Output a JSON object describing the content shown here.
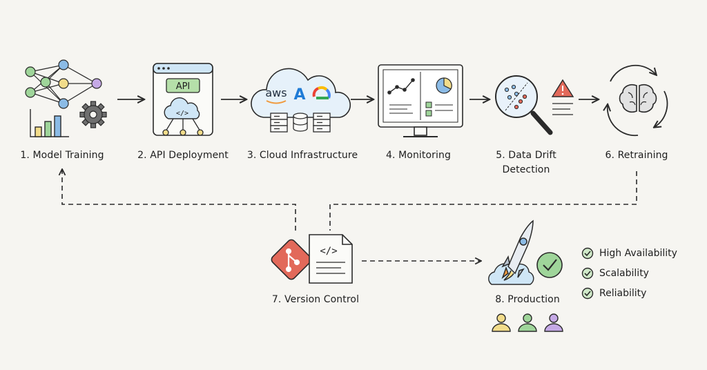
{
  "steps": [
    {
      "label": "1. Model Training"
    },
    {
      "label": "2. API Deployment"
    },
    {
      "label": "3. Cloud Infrastructure"
    },
    {
      "label": "4. Monitoring"
    },
    {
      "label": "5. Data Drift",
      "label2": "Detection"
    },
    {
      "label": "6. Retraining"
    },
    {
      "label": "7. Version Control"
    },
    {
      "label": "8. Production"
    }
  ],
  "api_badge": "API",
  "code_glyph": "</>",
  "cloud_providers": [
    "aws",
    "A"
  ],
  "production_features": [
    "High Availability",
    "Scalability",
    "Reliability"
  ],
  "colors": {
    "ink": "#2a2a2a",
    "green": "#9fd59a",
    "blue": "#8bbbe6",
    "yellow": "#f2dc8a",
    "purple": "#c5a9e6",
    "red": "#e2695a",
    "orange": "#f09a3e",
    "sky": "#cfe6f6"
  },
  "icons": [
    "neural-network-icon",
    "gear-icon",
    "bar-chart-icon",
    "browser-window-icon",
    "cloud-icon",
    "server-icon",
    "database-icon",
    "monitor-icon",
    "magnifier-icon",
    "warning-icon",
    "brain-icon",
    "git-icon",
    "code-file-icon",
    "rocket-icon",
    "check-icon",
    "user-icon"
  ]
}
